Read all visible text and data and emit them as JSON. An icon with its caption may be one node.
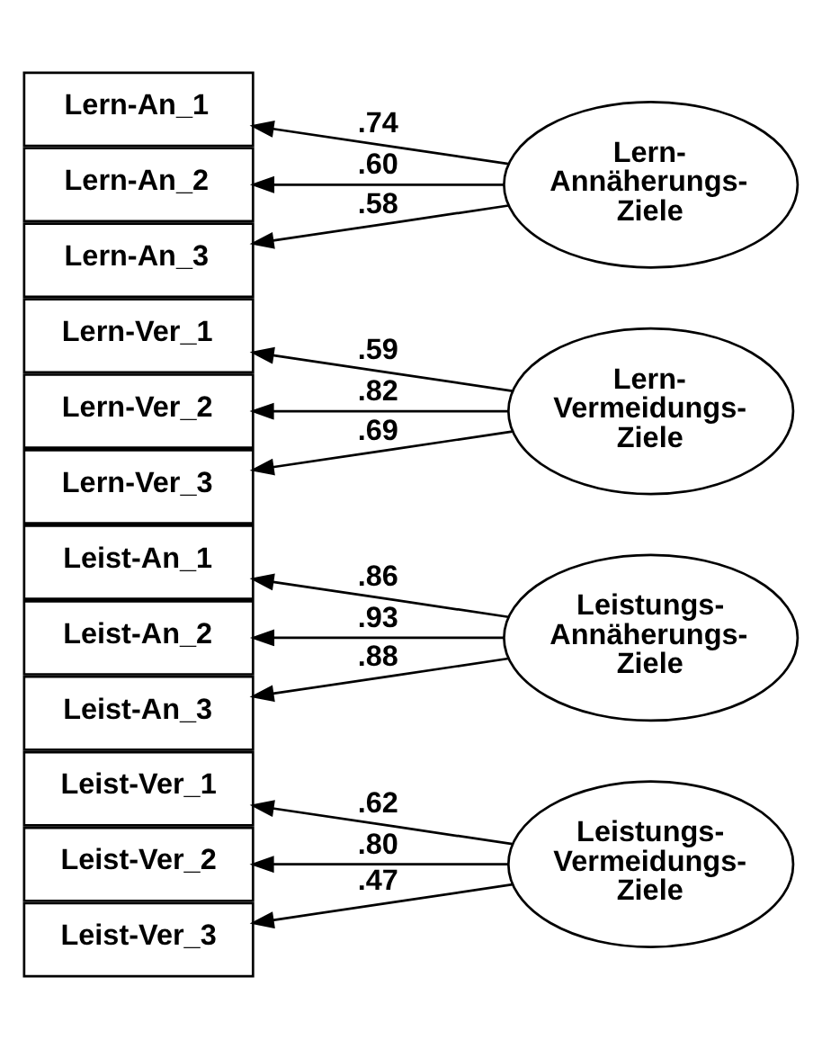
{
  "diagram": {
    "nodes": [
      {
        "text": [
          "Lern-An_1"
        ]
      },
      {
        "text": [
          "Lern-An_2"
        ]
      },
      {
        "text": [
          "Lern-An_3"
        ]
      },
      {
        "text": [
          "Lern- Annäherungs- Ziele"
        ]
      },
      {
        "text": [
          "Lern-Ver_1"
        ]
      },
      {
        "text": [
          "Lern-Ver_2"
        ]
      },
      {
        "text": [
          "Lern-Ver_3"
        ]
      },
      {
        "text": [
          "Lern- Vermeidungs- Ziele"
        ]
      },
      {
        "text": [
          "Leist-An_1"
        ]
      },
      {
        "text": [
          "Leist-An_2"
        ]
      },
      {
        "text": [
          "Leist-An_3"
        ]
      },
      {
        "text": [
          "Leistungs- Annäherungs- Ziele"
        ]
      },
      {
        "text": [
          "Leist-Ver_1"
        ]
      },
      {
        "text": [
          "Leist-Ver_2"
        ]
      },
      {
        "text": [
          "Leist-Ver_3"
        ]
      },
      {
        "text": [
          "Leistungs- Vermeidungs- Ziele"
        ]
      }
    ],
    "edges": [
      {
        "from": 3,
        "to": 0,
        "arrow": "to",
        "label": ".74"
      },
      {
        "from": 3,
        "to": 1,
        "arrow": "to",
        "label": ".60"
      },
      {
        "from": 3,
        "to": 2,
        "arrow": "to",
        "label": ".58"
      },
      {
        "from": 7,
        "to": 4,
        "arrow": "to",
        "label": ".59"
      },
      {
        "from": 7,
        "to": 5,
        "arrow": "to",
        "label": ".82"
      },
      {
        "from": 7,
        "to": 6,
        "arrow": "to",
        "label": ".69"
      },
      {
        "from": 11,
        "to": 8,
        "arrow": "to",
        "label": ".86"
      },
      {
        "from": 11,
        "to": 9,
        "arrow": "to",
        "label": ".93"
      },
      {
        "from": 11,
        "to": 10,
        "arrow": "to",
        "label": ".88"
      },
      {
        "from": 15,
        "to": 12,
        "arrow": "to",
        "label": ".62"
      },
      {
        "from": 15,
        "to": 13,
        "arrow": "to",
        "label": ".80"
      },
      {
        "from": 15,
        "to": 14,
        "arrow": "to",
        "label": ".47"
      }
    ]
  }
}
